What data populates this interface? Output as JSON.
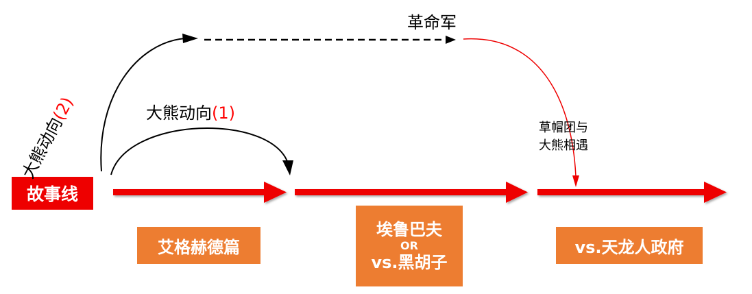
{
  "colors": {
    "arrow": "#ee0000",
    "storyline_bg": "#ee0000",
    "arc_bg": "#ed7d31",
    "line": "#000000"
  },
  "storyline": {
    "label": "故事线"
  },
  "arcs": [
    {
      "lines": [
        "艾格赫德篇"
      ]
    },
    {
      "lines": [
        "埃鲁巴夫",
        "OR",
        "vs.黑胡子"
      ]
    },
    {
      "lines": [
        "vs.天龙人政府"
      ]
    }
  ],
  "branch_1": {
    "text": "大熊动向",
    "num": "(1)"
  },
  "branch_2": {
    "text": "大熊动向",
    "num": "(2)"
  },
  "revolutionary": {
    "label": "革命军"
  },
  "meeting": {
    "lines": [
      "草帽团与",
      "大熊相遇"
    ]
  }
}
